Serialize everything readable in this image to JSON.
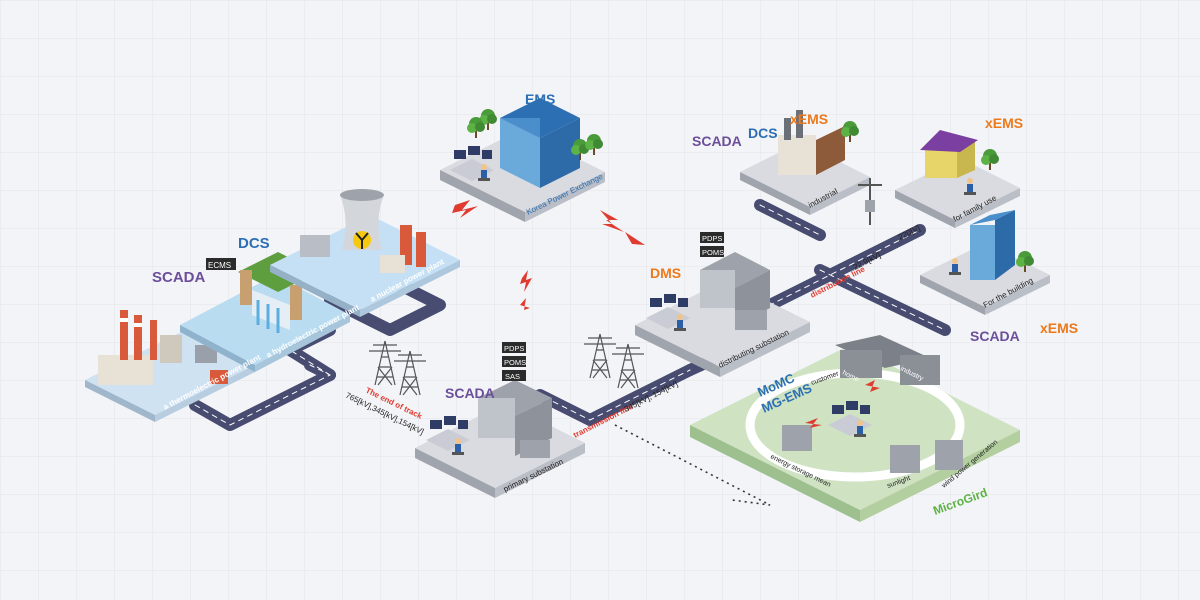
{
  "ems": {
    "label": "EMS",
    "site": "Korea Power Exchange"
  },
  "thermal": {
    "label": "a thermoelectric power plant",
    "scada": "SCADA",
    "ecms": "ECMS",
    "dcs": "DCS"
  },
  "hydro": {
    "label": "a hydroelectric power plant"
  },
  "nuclear": {
    "label": "a nuclear power plant"
  },
  "track": {
    "title": "The end of track",
    "voltages": "765[kV],345[kV],154[kV]"
  },
  "primary": {
    "scada": "SCADA",
    "tags": [
      "PDPS",
      "POMS",
      "SAS"
    ],
    "label": "primary substation"
  },
  "transmission": {
    "title": "transmission line",
    "voltages": "345[kV], 154[kV]"
  },
  "distributing": {
    "dms": "DMS",
    "tags": [
      "PDPS",
      "POMS"
    ],
    "label": "distributing substation"
  },
  "distribution": {
    "title": "distribution line",
    "kv": "22.9[kV]",
    "v": "220[V]"
  },
  "industrial": {
    "label": "industrial",
    "scada": "SCADA",
    "dcs": "DCS",
    "xems": "xEMS"
  },
  "family": {
    "label": "for family use",
    "xems": "xEMS"
  },
  "building": {
    "label": "For the building",
    "scada": "SCADA",
    "xems": "xEMS"
  },
  "microgrid": {
    "title": "MicroGird",
    "momc": "MoMC",
    "mgems": "MG-EMS",
    "customer": "customer",
    "home": "home",
    "industry": "industry",
    "storage": "energy storage mean",
    "sunlight": "sunlight",
    "wind": "wind power generation"
  },
  "colors": {
    "scada": "#6c4f9b",
    "dcs": "#2c6fb3",
    "xems": "#ec7a1c",
    "red": "#e03b30",
    "green": "#5cb244",
    "road": "#484c70"
  }
}
